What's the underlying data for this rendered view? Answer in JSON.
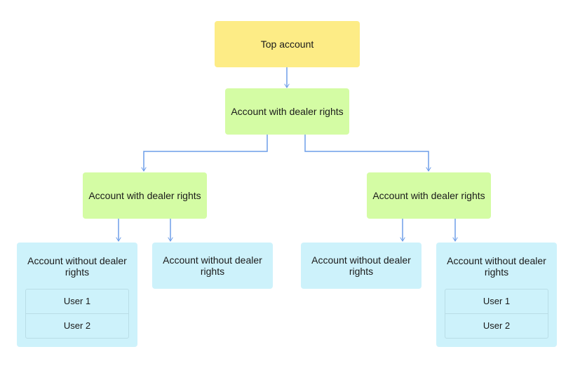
{
  "nodes": {
    "top": {
      "label": "Top account"
    },
    "dealer_root": {
      "label": "Account with dealer rights"
    },
    "dealer_left": {
      "label": "Account with dealer rights"
    },
    "dealer_right": {
      "label": "Account with dealer rights"
    },
    "nodealer_1": {
      "label": "Account without dealer rights",
      "users": [
        "User 1",
        "User 2"
      ]
    },
    "nodealer_2": {
      "label": "Account without dealer rights"
    },
    "nodealer_3": {
      "label": "Account without dealer rights"
    },
    "nodealer_4": {
      "label": "Account without dealer rights",
      "users": [
        "User 1",
        "User 2"
      ]
    }
  },
  "colors": {
    "top_fill": "#fdec86",
    "dealer_fill": "#d4fca4",
    "nodealer_fill": "#cdf2fb",
    "connector": "#6d9ee8"
  }
}
